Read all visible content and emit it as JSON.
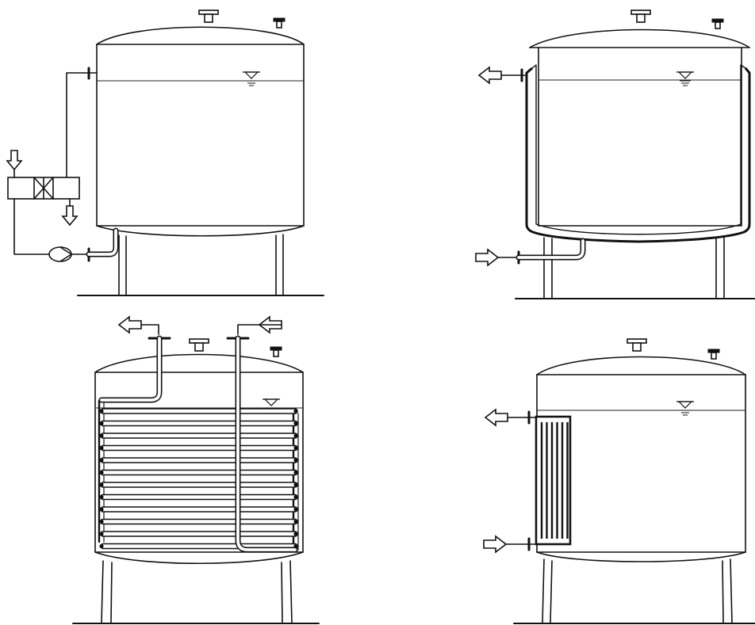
{
  "figure": {
    "panels": [
      {
        "id": "external-heat-exchanger-loop",
        "arrows": [
          "inlet-down",
          "outlet-down"
        ]
      },
      {
        "id": "jacketed-vessel",
        "arrows": [
          "outlet-left",
          "inlet-right"
        ]
      },
      {
        "id": "internal-helical-coil",
        "arrows": [
          "outlet-left",
          "inlet-left"
        ]
      },
      {
        "id": "side-mounted-plate-coil",
        "arrows": [
          "outlet-left",
          "inlet-right"
        ]
      }
    ],
    "colors": {
      "line": "#111111",
      "background": "#ffffff"
    }
  }
}
